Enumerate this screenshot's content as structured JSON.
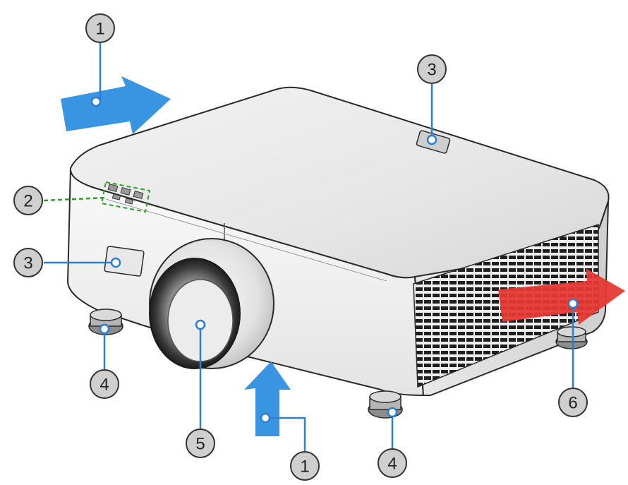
{
  "diagram": {
    "subject": "projector-exterior-overview",
    "colors": {
      "body_light": "#f4f4f4",
      "body_shadow": "#d9d9d9",
      "outline": "#2b2b2b",
      "vent": "#1f1f1f",
      "callout_line": "#2f7fd0",
      "intake_arrow": "#2e8fe0",
      "exhaust_arrow": "#e53935",
      "keypad_highlight": "#2f9e2f",
      "badge_fill": "#cfcfcf"
    },
    "callouts": [
      {
        "id": "c1a",
        "label": "1"
      },
      {
        "id": "c3a",
        "label": "3"
      },
      {
        "id": "c2",
        "label": "2"
      },
      {
        "id": "c3b",
        "label": "3"
      },
      {
        "id": "c4a",
        "label": "4"
      },
      {
        "id": "c5",
        "label": "5"
      },
      {
        "id": "c1b",
        "label": "1"
      },
      {
        "id": "c4b",
        "label": "4"
      },
      {
        "id": "c6",
        "label": "6"
      }
    ]
  }
}
